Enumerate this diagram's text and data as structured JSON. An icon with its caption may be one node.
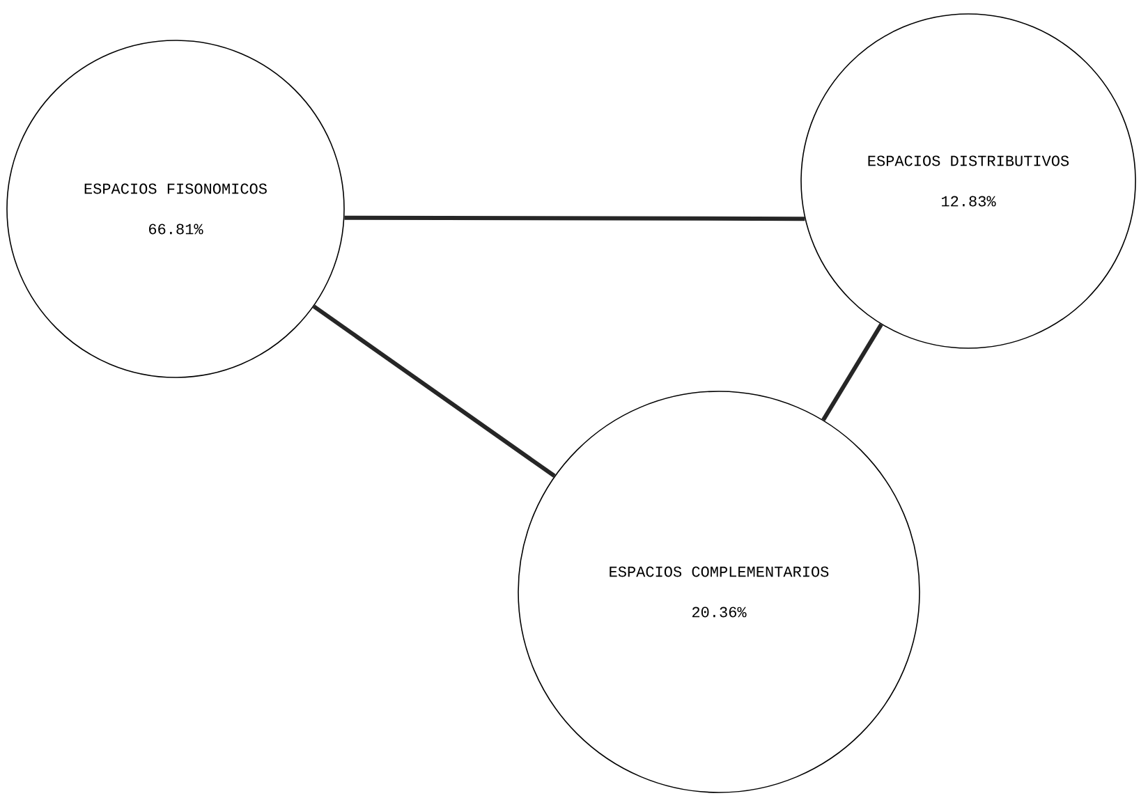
{
  "diagram": {
    "nodes": [
      {
        "text": [
          "ESPACIOS FISONOMICOS",
          "66.81%"
        ]
      },
      {
        "text": [
          "ESPACIOS DISTRIBUTIVOS",
          "12.83%"
        ]
      },
      {
        "text": [
          "ESPACIOS COMPLEMENTARIOS",
          "20.36%"
        ]
      }
    ],
    "edges": [
      {
        "from": 0,
        "to": 1,
        "arrow": "none"
      },
      {
        "from": 0,
        "to": 2,
        "arrow": "none"
      },
      {
        "from": 1,
        "to": 2,
        "arrow": "none"
      }
    ]
  }
}
